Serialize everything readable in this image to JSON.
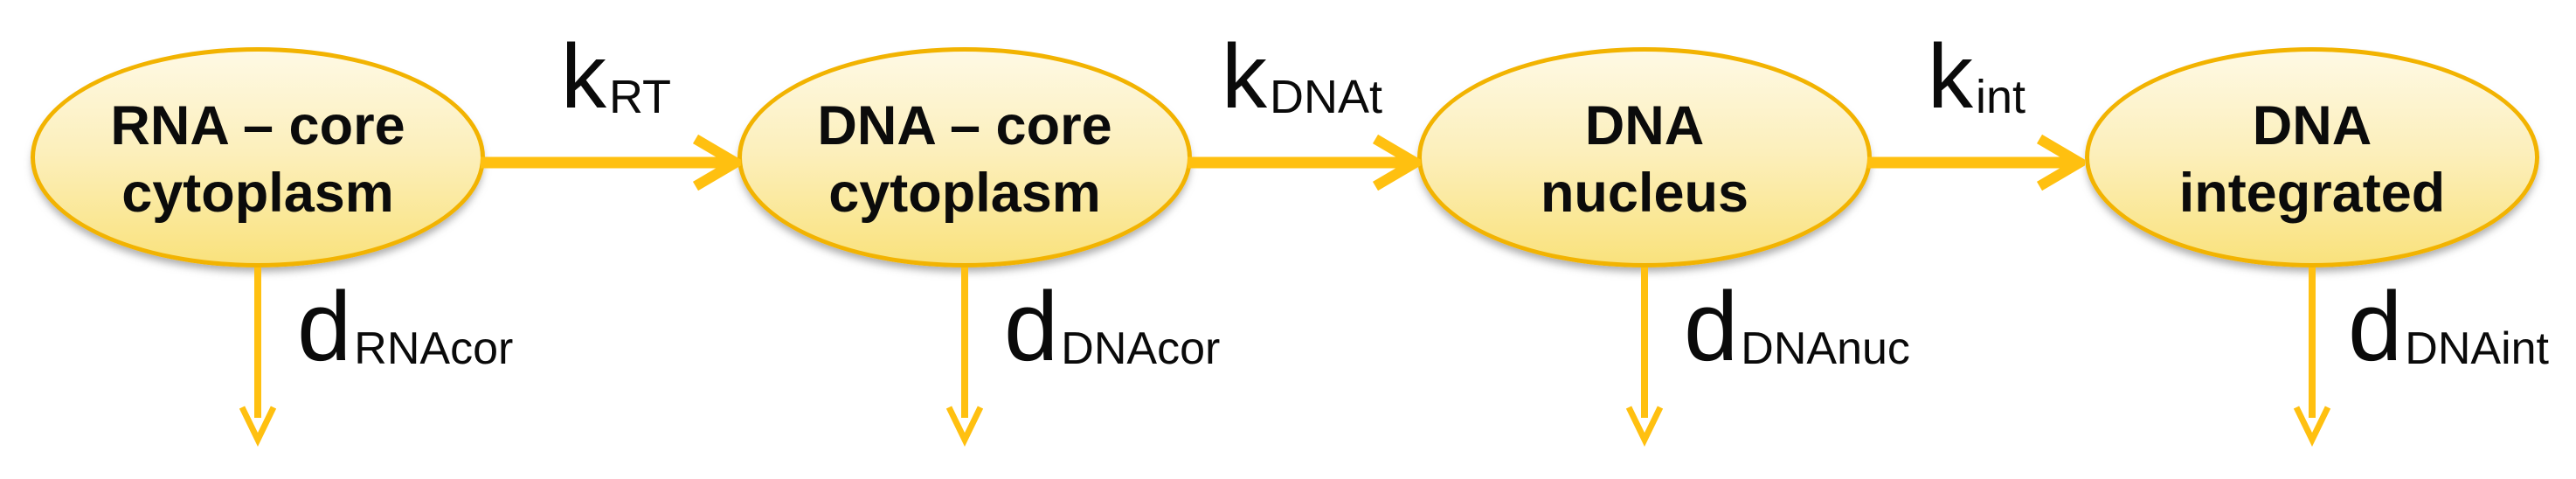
{
  "colors": {
    "arrow_gold": "#FFC010",
    "ellipse_border": "#F2B301",
    "ellipse_fill_top": "#FEF9E4",
    "ellipse_fill_bottom": "#F9E27D",
    "label_text": "#0A0A0A"
  },
  "nodes": [
    {
      "line1": "RNA – core",
      "line2": "cytoplasm"
    },
    {
      "line1": "DNA – core",
      "line2": "cytoplasm"
    },
    {
      "line1": "DNA",
      "line2": "nucleus"
    },
    {
      "line1": "DNA",
      "line2": "integrated"
    }
  ],
  "transition_rates": [
    {
      "main": "k",
      "sub": "RT"
    },
    {
      "main": "k",
      "sub": "DNAt"
    },
    {
      "main": "k",
      "sub": "int"
    }
  ],
  "degradation_rates": [
    {
      "main": "d",
      "sub": "RNAcor"
    },
    {
      "main": "d",
      "sub": "DNAcor"
    },
    {
      "main": "d",
      "sub": "DNAnuc"
    },
    {
      "main": "d",
      "sub": "DNAint"
    }
  ]
}
